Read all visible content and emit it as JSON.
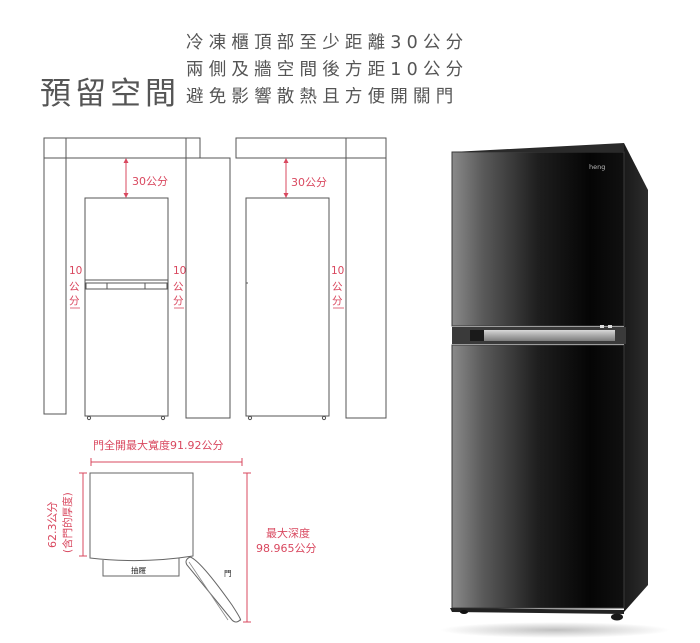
{
  "header": {
    "title": "預留空間",
    "lines": [
      "冷凍櫃頂部至少距離30公分",
      "兩側及牆空間後方距10公分",
      "避免影響散熱且方便開關門"
    ]
  },
  "front_view": {
    "top_gap": "30公分",
    "left_gap_num": "10",
    "left_gap_unit1": "公",
    "left_gap_unit2": "分",
    "right_gap_num": "10",
    "right_gap_unit1": "公",
    "right_gap_unit2": "分"
  },
  "side_view": {
    "top_gap": "30公分",
    "back_gap_num": "10",
    "back_gap_unit1": "公",
    "back_gap_unit2": "分"
  },
  "top_view": {
    "door_open_width": "門全開最大寬度91.92公分",
    "depth_with_door_line1": "62.3公分",
    "depth_with_door_line2": "(含門的厚度)",
    "max_depth_line1": "最大深度",
    "max_depth_line2": "98.965公分",
    "drawer_label": "抽屜",
    "door_label": "門"
  },
  "product": {
    "brand_logo_text": "heng",
    "colors": {
      "body": "#0b0b0b",
      "handle": "#b8b8b8",
      "accent_red": "#d9485f",
      "line": "#555555"
    }
  }
}
